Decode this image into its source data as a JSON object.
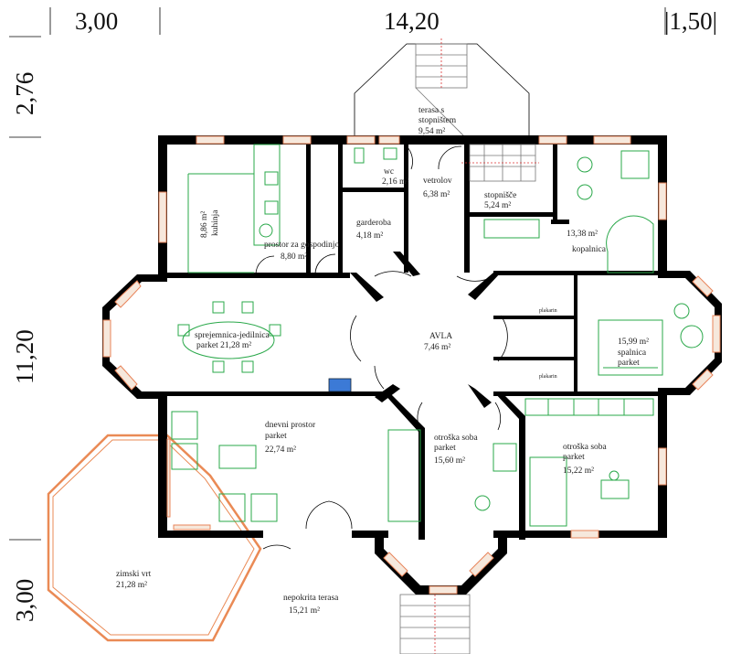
{
  "dimensions": {
    "top": [
      "3,00",
      "14,20",
      "|1,50|"
    ],
    "left": [
      "2,76",
      "11,20",
      "3,00"
    ]
  },
  "rooms": {
    "terasa": [
      "terasa s",
      "stopništem",
      "9,54 m²"
    ],
    "wc": [
      "wc",
      "2,16 m²"
    ],
    "vetrolov": [
      "vetrolov",
      "6,38 m²"
    ],
    "stopnisce": [
      "stopnišče",
      "5,24 m²"
    ],
    "kuhinja": [
      "8,86 m²",
      "kuhinja"
    ],
    "garderoba": [
      "garderoba",
      "4,18 m²"
    ],
    "gospodinjo": [
      "prostor za gospodinjo",
      "8,80 m²"
    ],
    "kopalnica": [
      "13,38 m²",
      "kopalnica"
    ],
    "jedilnica": [
      "sprejemnica-jedilnica",
      "parket    21,28 m²"
    ],
    "avla": [
      "AVLA",
      "7,46 m²"
    ],
    "spalnica": [
      "15,99 m²",
      "spalnica",
      "parket"
    ],
    "dnevni": [
      "dnevni prostor",
      "parket",
      "22,74 m²"
    ],
    "otroska1": [
      "otroška soba",
      "parket",
      "15,60 m²"
    ],
    "otroska2": [
      "otroška soba",
      "parket",
      "15,22 m²"
    ],
    "zimski": [
      "zimski vrt",
      "21,28 m²"
    ],
    "nepokrita": [
      "nepokrita terasa",
      "15,21 m²"
    ]
  },
  "labels": {
    "wardrobe": "plakarin"
  }
}
